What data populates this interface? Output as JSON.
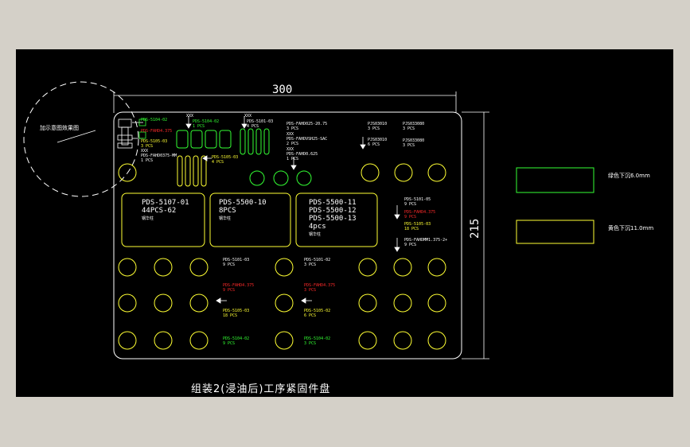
{
  "title": "组装2(浸油后)工序紧固件盘",
  "legend_left": "加示意图效果图",
  "dims": {
    "width": "300",
    "height": "215"
  },
  "legend_right": {
    "green_text": "绿色下沉6.0mm",
    "yellow_text": "黄色下沉11.0mm"
  },
  "panels": [
    {
      "line1": "PDS-5107-01",
      "line2": "44PCS-62",
      "line3": "钢华柱"
    },
    {
      "line1": "PDS-5500-10",
      "line2": "8PCS",
      "line3": "钢华柱"
    },
    {
      "line1": "PDS-5500-11",
      "line2": "PDS-5500-12",
      "line3": "PDS-5500-13",
      "line4": "4pcs",
      "line5": "钢华柱"
    }
  ],
  "labels": {
    "l1a": "PDS-5104-02",
    "l1b": "PDS-FAHD4.375",
    "l1c": "PDS-5105-03",
    "l1d": "3 PCS",
    "l1e": "XXX",
    "l1f": "PDS-FAHD0375-MM",
    "l1g": "1 PCS",
    "l2a": "XXX",
    "l2b": "PDS-5104-02",
    "l2c": "1 PCS",
    "l3a": "XXX",
    "l3b": "PDS-5101-03",
    "l3c": "4 PCS",
    "l4a": "PDS-FAHD025-20.75",
    "l4b": "3 PCS",
    "l4c": "XXX",
    "l4d": "PDS-FAHDVSH25-SAC",
    "l4e": "2 PCS",
    "l4f": "XXX",
    "l4g": "PDS-FAHD0.625",
    "l4h": "1 PCS",
    "l5a": "PDS-5105-03",
    "l5b": "4 PCS",
    "l6a": "PJS03010",
    "l6b": "3 PCS",
    "l6c": "PJS03010",
    "l6d": "6 PCS",
    "l7a": "PJS033080",
    "l7b": "3 PCS",
    "l7c": "PJS033080",
    "l7d": "3 PCS",
    "r1a": "PDS-5101-05",
    "r1b": "9 PCS",
    "r2a": "PDS-FAHD4.375",
    "r2b": "9 PCS",
    "r3a": "PDS-5105-03",
    "r3b": "18 PCS",
    "r4a": "PDS-FAHDMM1.375-2+",
    "r4b": "9 PCS",
    "b1a": "PDS-5101-03",
    "b1b": "9 PCS",
    "b2a": "PDS-5101-02",
    "b2b": "3 PCS",
    "b3a": "PDS-FAHD4.375",
    "b3b": "9 PCS",
    "b4a": "PDS-FAHD4.375",
    "b4b": "3 PCS",
    "b5a": "PDS-5105-03",
    "b5b": "18 PCS",
    "b6a": "PDS-5105-02",
    "b6b": "6 PCS",
    "b7a": "PDS-5104-02",
    "b7b": "9 PCS",
    "b8a": "PDS-5104-02",
    "b8b": "3 PCS"
  },
  "colors": {
    "background": "#000000",
    "frame": "#ffffff",
    "yellow": "#ffff33",
    "green": "#33ff33",
    "red": "#ff2a2a"
  }
}
